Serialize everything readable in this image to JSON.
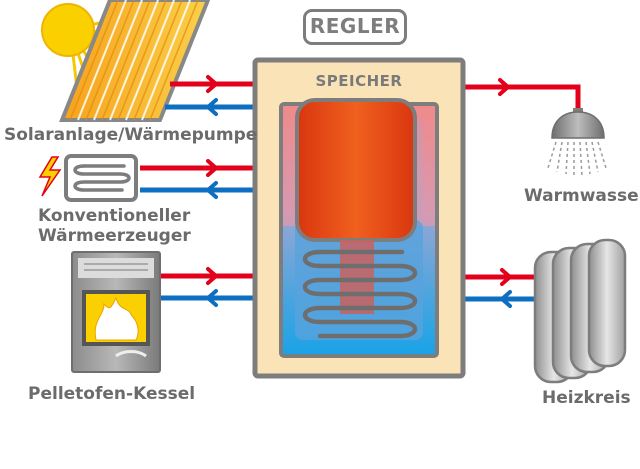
{
  "controller": {
    "label": "REGLER"
  },
  "storage": {
    "label": "SPEICHER"
  },
  "sources": {
    "solar": {
      "label": "Solaranlage/Wärmepumpe",
      "icon": "solar-panel-icon"
    },
    "conventional": {
      "label_line1": "Konventioneller",
      "label_line2": "Wärmeerzeuger",
      "icon": "boiler-icon"
    },
    "pellet": {
      "label": "Pelletofen-Kessel",
      "icon": "pellet-stove-icon"
    }
  },
  "consumers": {
    "hot_water": {
      "label": "Warmwasser",
      "icon": "shower-icon"
    },
    "heating": {
      "label": "Heizkreis",
      "icon": "radiator-icon"
    }
  },
  "colors": {
    "supply": "#e3001b",
    "return": "#0d6fc1",
    "tank_outer": "#fae3b6",
    "tank_hot": "#e6511b",
    "tank_cold": "#2aa6e3",
    "outline": "#7d7d7d",
    "label": "#6b6b6b"
  }
}
